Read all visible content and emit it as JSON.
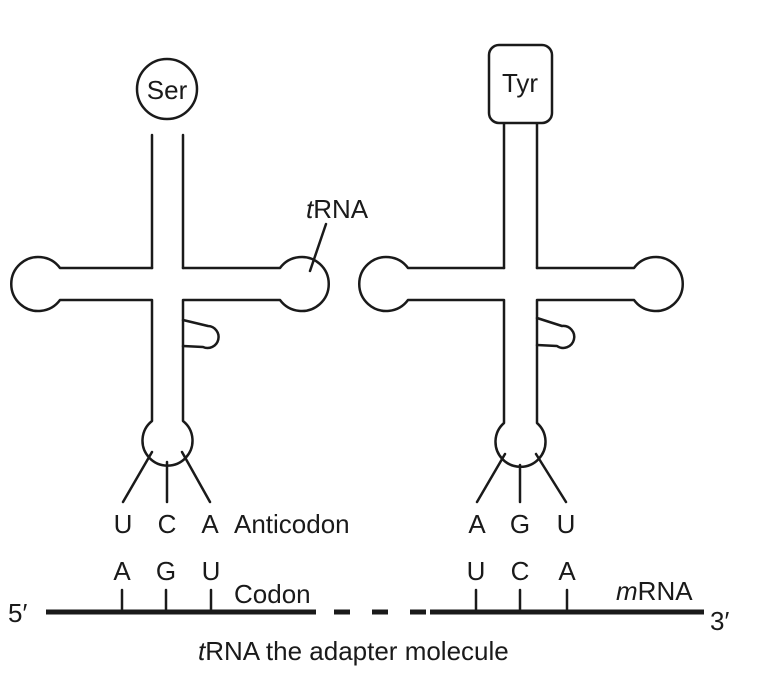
{
  "trnas": [
    {
      "amino_acid": "Ser",
      "anticodon": [
        "U",
        "C",
        "A"
      ],
      "codon": [
        "A",
        "G",
        "U"
      ]
    },
    {
      "amino_acid": "Tyr",
      "anticodon": [
        "A",
        "G",
        "U"
      ],
      "codon": [
        "U",
        "C",
        "A"
      ]
    }
  ],
  "labels": {
    "trna_prefix": "t",
    "trna_main": "RNA",
    "anticodon": "Anticodon",
    "codon": "Codon",
    "mrna_prefix": "m",
    "mrna_main": "RNA",
    "five_prime": "5′",
    "three_prime": "3′",
    "caption_prefix": "t",
    "caption_main": "RNA the adapter molecule"
  }
}
